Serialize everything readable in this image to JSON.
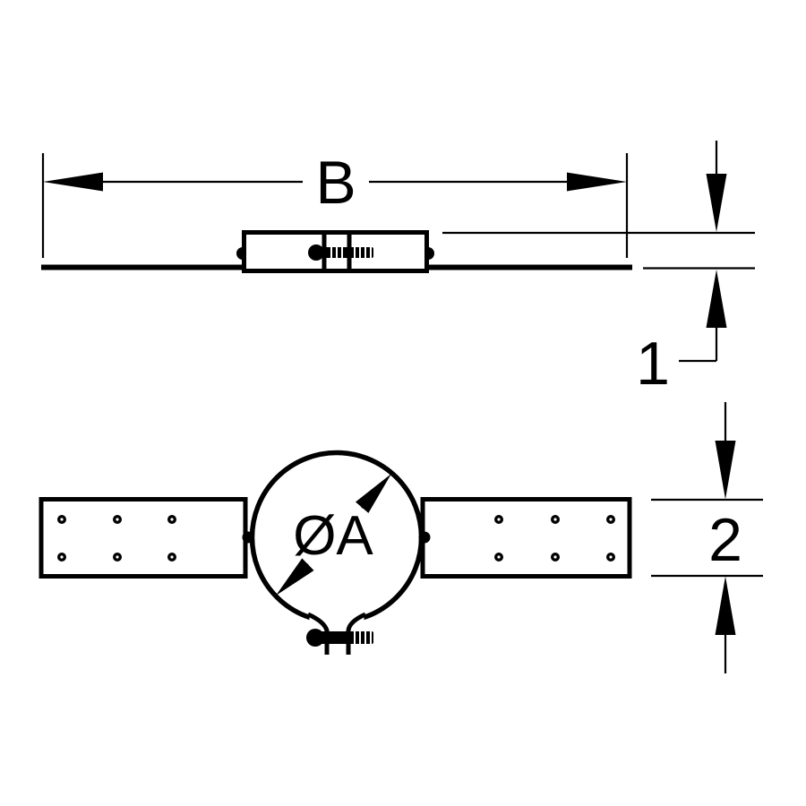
{
  "drawing": {
    "colors": {
      "line": "#000000",
      "background": "#ffffff"
    },
    "labels": {
      "overall_width": "B",
      "strap_thickness": "1",
      "strap_width": "2",
      "band_diameter": "ØA"
    }
  }
}
